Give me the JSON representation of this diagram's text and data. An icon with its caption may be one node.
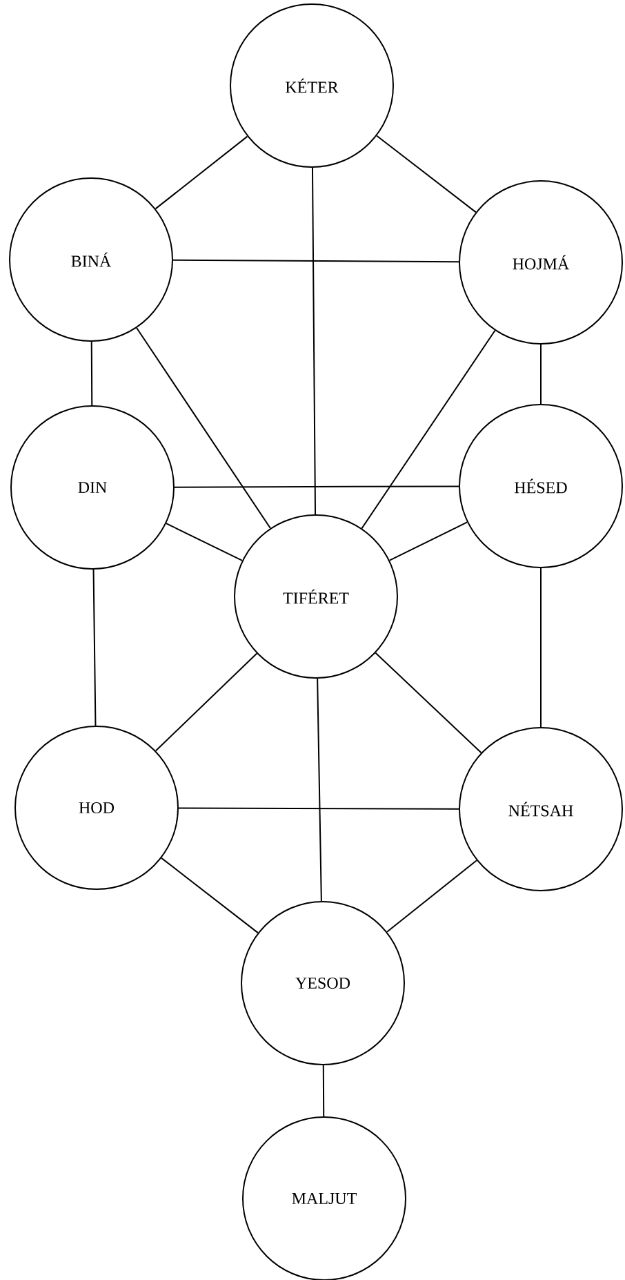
{
  "diagram": {
    "nodes": [
      {
        "text": [
          "KÉTER"
        ]
      },
      {
        "text": [
          "BINÁ"
        ]
      },
      {
        "text": [
          "HOJMÁ"
        ]
      },
      {
        "text": [
          "DIN"
        ]
      },
      {
        "text": [
          "HÉSED"
        ]
      },
      {
        "text": [
          "TIFÉRET"
        ]
      },
      {
        "text": [
          "HOD"
        ]
      },
      {
        "text": [
          "NÉTSAH"
        ]
      },
      {
        "text": [
          "YESOD"
        ]
      },
      {
        "text": [
          "MALJUT"
        ]
      }
    ],
    "edges": [
      {
        "from": 0,
        "to": 1,
        "arrow": "none"
      },
      {
        "from": 0,
        "to": 2,
        "arrow": "none"
      },
      {
        "from": 0,
        "to": 5,
        "arrow": "none"
      },
      {
        "from": 1,
        "to": 2,
        "arrow": "none"
      },
      {
        "from": 1,
        "to": 3,
        "arrow": "none"
      },
      {
        "from": 1,
        "to": 5,
        "arrow": "none"
      },
      {
        "from": 2,
        "to": 4,
        "arrow": "none"
      },
      {
        "from": 2,
        "to": 5,
        "arrow": "none"
      },
      {
        "from": 3,
        "to": 4,
        "arrow": "none"
      },
      {
        "from": 3,
        "to": 5,
        "arrow": "none"
      },
      {
        "from": 4,
        "to": 5,
        "arrow": "none"
      },
      {
        "from": 3,
        "to": 6,
        "arrow": "none"
      },
      {
        "from": 4,
        "to": 7,
        "arrow": "none"
      },
      {
        "from": 5,
        "to": 6,
        "arrow": "none"
      },
      {
        "from": 5,
        "to": 7,
        "arrow": "none"
      },
      {
        "from": 5,
        "to": 8,
        "arrow": "none"
      },
      {
        "from": 6,
        "to": 7,
        "arrow": "none"
      },
      {
        "from": 6,
        "to": 8,
        "arrow": "none"
      },
      {
        "from": 7,
        "to": 8,
        "arrow": "none"
      },
      {
        "from": 8,
        "to": 9,
        "arrow": "none"
      }
    ]
  }
}
